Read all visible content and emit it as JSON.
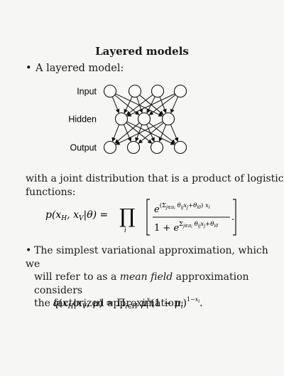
{
  "title": "Layered models",
  "bullet1": "A layered model:",
  "diagram": {
    "layers": [
      {
        "label": "Input",
        "nodes": 4
      },
      {
        "label": "Hidden",
        "nodes": 3
      },
      {
        "label": "Output",
        "nodes": 4
      }
    ]
  },
  "para1_line1": "with a joint distribution that is a product of logistic",
  "para1_line2": "functions:",
  "eq1": {
    "lhs": "p(x_H, x_V|θ) = ∏_i [ e^(Σ_{j∈π_i} θ_ij x_j + θ_i0) x_i / (1 + e^(Σ_{j∈π_i} θ_ij x_j + θ_i0)) ]"
  },
  "bullet2": {
    "line1": "The simplest variational approximation, which we",
    "line2_pre": "will refer to as a ",
    "line2_em": "mean field",
    "line2_post": " approximation considers",
    "line3": "the factorized approximation:"
  },
  "eq2": "q(x_H|x_V, μ) = Π_{i∈H} μ_i^{x_i}(1 − μ_i)^{1−x_i}."
}
